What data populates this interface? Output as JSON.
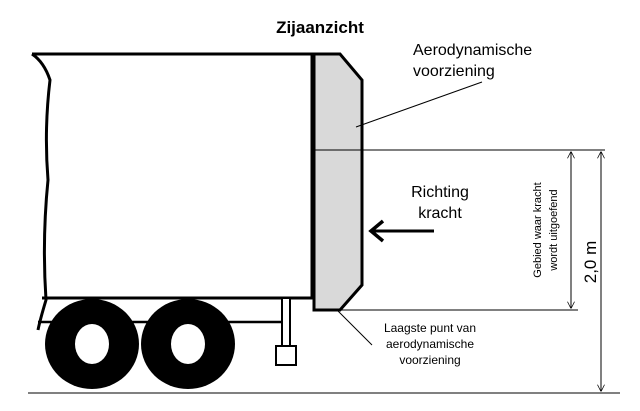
{
  "title": "Zijaanzicht",
  "device_label": [
    "Aerodynamische",
    "voorziening"
  ],
  "force_label": [
    "Richting",
    "kracht"
  ],
  "area_label": [
    "Gebied waar kracht",
    "wordt uitgoefend"
  ],
  "height_label": "2,0 m",
  "lowest_point_label": [
    "Laagste punt van",
    "aerodynamische",
    "voorziening"
  ],
  "colors": {
    "device_fill": "#d9d9d9",
    "stroke": "#000000"
  }
}
